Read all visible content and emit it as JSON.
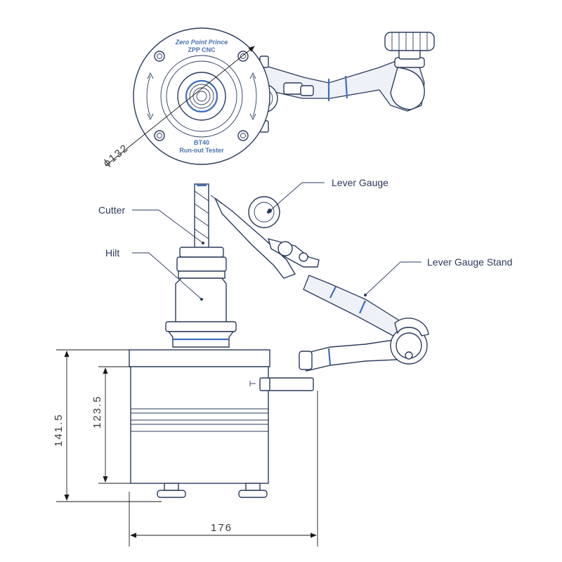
{
  "labels": {
    "cutter": "Cutter",
    "hilt": "Hilt",
    "lever_gauge": "Lever Gauge",
    "lever_gauge_stand": "Lever Gauge Stand"
  },
  "plate_text": {
    "brand": "Zero Point Prince",
    "sub": "ZPP CNC",
    "model": "BT40",
    "name": "Run-out Tester"
  },
  "dimensions": {
    "diameter": "ϕ132",
    "total_height": "141.5",
    "body_height": "123.5",
    "width": "176"
  },
  "colors": {
    "line": "#2a3a5c",
    "accent": "#3f6fb8"
  }
}
